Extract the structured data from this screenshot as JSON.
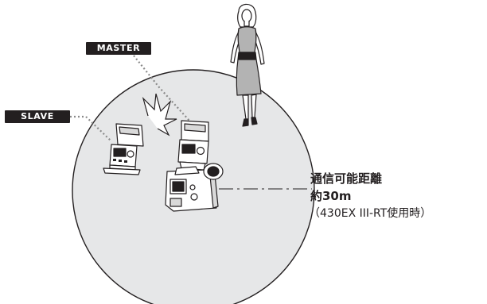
{
  "labels": {
    "master": "MASTER",
    "slave": "SLAVE"
  },
  "range": {
    "title": "通信可能距離",
    "value": "約30m",
    "note": "（430EX III-RT使用時）"
  },
  "icons": {
    "person": "woman-figure-icon",
    "camera": "camera-icon",
    "master_flash": "speedlite-flash-icon",
    "slave_flash": "speedlite-flash-icon",
    "burst": "flash-burst-icon"
  },
  "colors": {
    "circle_fill": "#e6e7e8",
    "outline": "#231f20",
    "tag_bg": "#231f20",
    "leader": "#808080",
    "dress": "#b3b3b3",
    "belt": "#231f20"
  }
}
